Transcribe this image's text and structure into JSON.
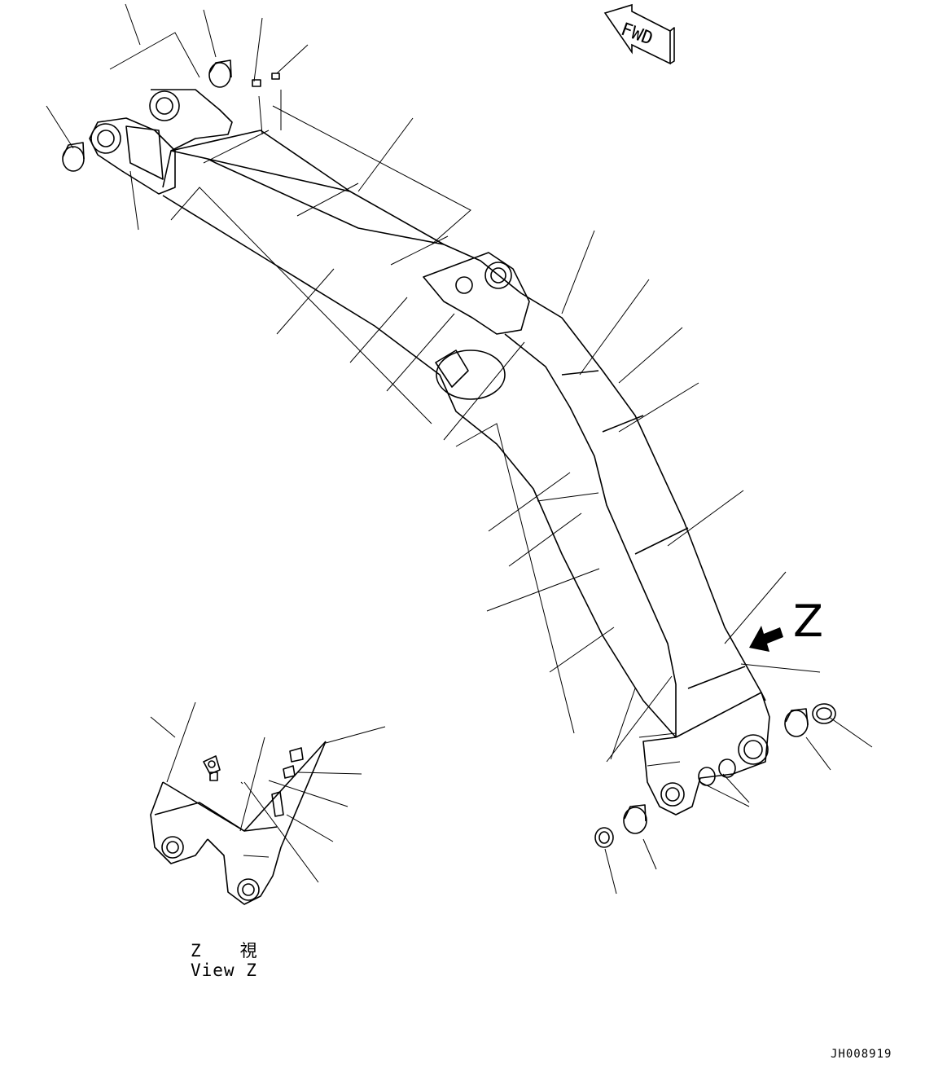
{
  "direction_badge": "FWD",
  "view_marker": "Z",
  "view_caption_jp": "Z　　視",
  "view_caption_en": "View Z",
  "drawing_code": "JH008919",
  "icons": [
    "fwd-arrow-icon",
    "view-direction-arrow-icon"
  ]
}
